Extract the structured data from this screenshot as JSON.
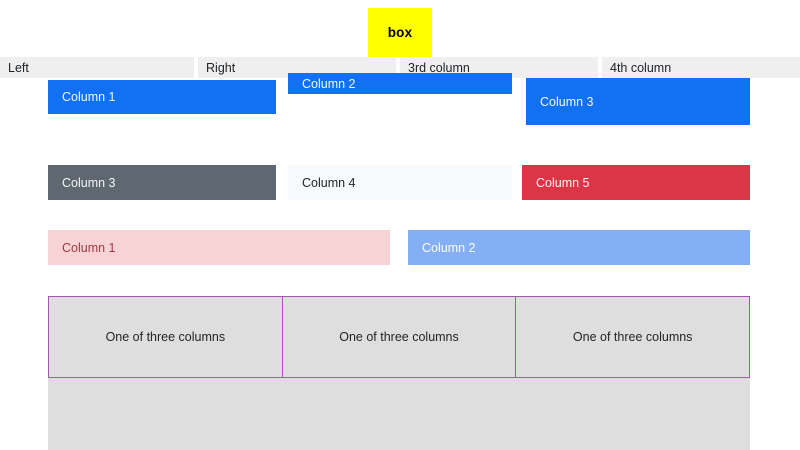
{
  "page": {
    "title": "box"
  },
  "top_box": {
    "label": "box",
    "bg_color": "#ffff00",
    "text_color": "#000000"
  },
  "header": {
    "cells": [
      {
        "label": "Left",
        "bg_color": "#efefef"
      },
      {
        "label": "Right",
        "bg_color": "#efefef"
      },
      {
        "label": "3rd column",
        "bg_color": "#efefef"
      },
      {
        "label": "4th column",
        "bg_color": "#efefef"
      }
    ]
  },
  "rows": [
    {
      "name": "row-1",
      "bars": [
        {
          "label": "Column 1",
          "bg_color": "#1271f2",
          "text_color": "#f2f6fd"
        },
        {
          "label": "Column 2",
          "bg_color": "#1271f2",
          "text_color": "#f2f6fd"
        },
        {
          "label": "Column 3",
          "bg_color": "#1271f2",
          "text_color": "#f2f6fd"
        }
      ]
    },
    {
      "name": "row-2",
      "bars": [
        {
          "label": "Column 3",
          "bg_color": "#5f6771",
          "text_color": "#f4f5f6"
        },
        {
          "label": "Column 4",
          "bg_color": "#f7f9fa",
          "text_color": "#212529"
        },
        {
          "label": "Column 5",
          "bg_color": "#dc3545",
          "text_color": "#fdf3f4"
        }
      ]
    },
    {
      "name": "row-3",
      "bars": [
        {
          "label": "Column 1",
          "bg_color": "#f8d3d6",
          "text_color": "#9b3a44"
        },
        {
          "label": "Column 2",
          "bg_color": "#85aff5",
          "text_color": "#fbfcfe"
        }
      ]
    }
  ],
  "three_columns": {
    "border_color": "#a855b5",
    "bg_color": "#dedede",
    "cells": [
      {
        "label": "One of three columns"
      },
      {
        "label": "One of three columns"
      },
      {
        "label": "One of three columns"
      }
    ]
  },
  "filler": {
    "bg_color": "#dedede"
  }
}
